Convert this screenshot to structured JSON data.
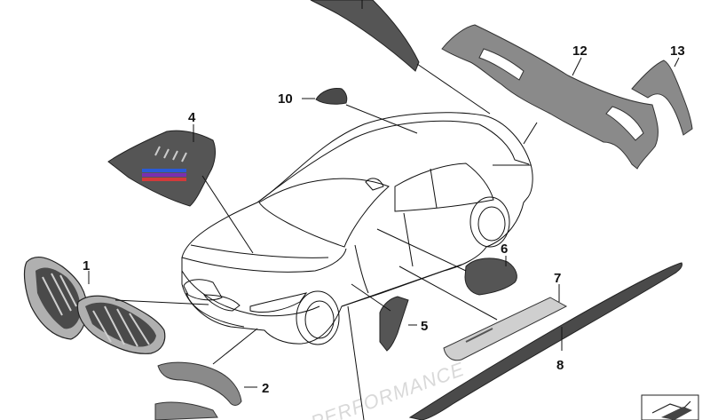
{
  "diagram": {
    "callouts": [
      {
        "id": "c1",
        "label": "1"
      },
      {
        "id": "c2",
        "label": "2"
      },
      {
        "id": "c4",
        "label": "4"
      },
      {
        "id": "c5",
        "label": "5"
      },
      {
        "id": "c6",
        "label": "6"
      },
      {
        "id": "c7",
        "label": "7"
      },
      {
        "id": "c8",
        "label": "8"
      },
      {
        "id": "c10",
        "label": "10"
      },
      {
        "id": "c12",
        "label": "12"
      },
      {
        "id": "c13",
        "label": "13"
      }
    ],
    "watermark_text": "PERFORMANCE",
    "colors": {
      "line": "#111111",
      "part_dark": "#4a4a4a",
      "part_mid": "#8a8a8a",
      "part_light": "#bdbdbd",
      "watermark": "#d9d9d9"
    }
  }
}
